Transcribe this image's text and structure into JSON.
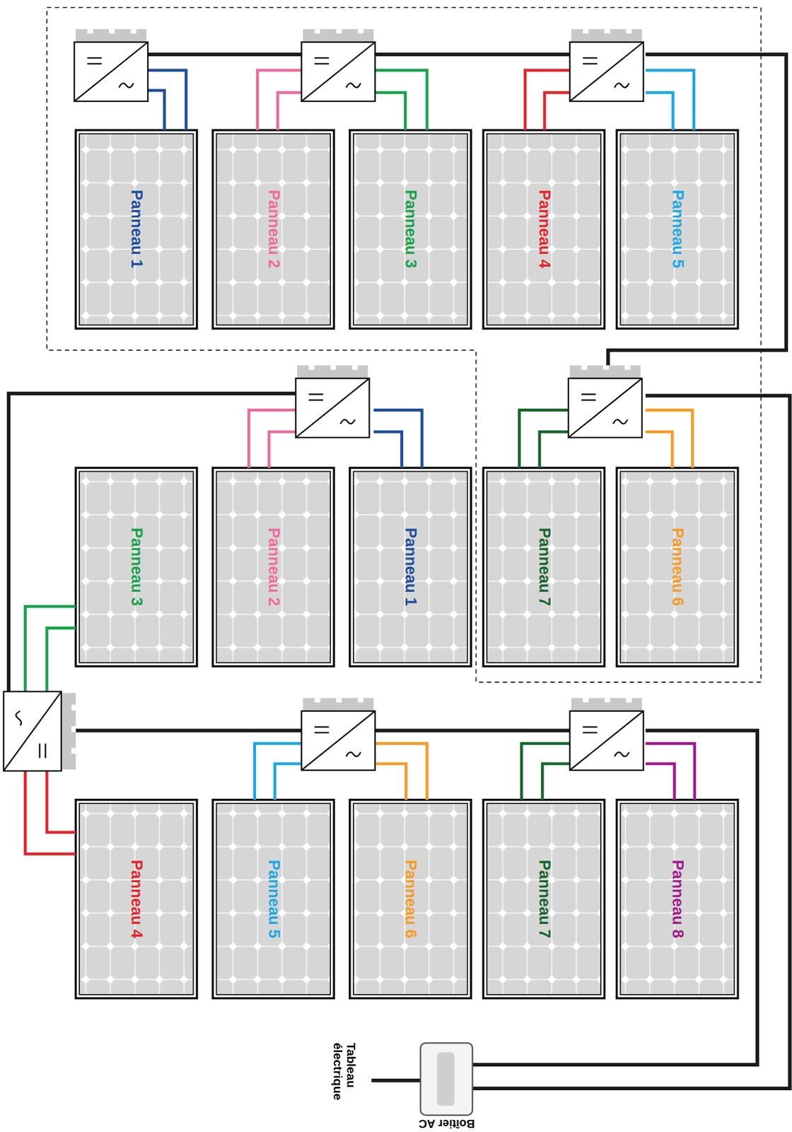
{
  "diagram": {
    "nodes": [
      {
        "text": [
          "Panneau 1"
        ]
      },
      {
        "text": [
          "Panneau 2"
        ]
      },
      {
        "text": [
          "Panneau 3"
        ]
      },
      {
        "text": [
          "Panneau 4"
        ]
      },
      {
        "text": [
          "Panneau 5"
        ]
      },
      {
        "text": [
          "Panneau 3"
        ]
      },
      {
        "text": [
          "Panneau 2"
        ]
      },
      {
        "text": [
          "Panneau 1"
        ]
      },
      {
        "text": [
          "Panneau 7"
        ]
      },
      {
        "text": [
          "Panneau 6"
        ]
      },
      {
        "text": [
          "Panneau 4"
        ]
      },
      {
        "text": [
          "Panneau 5"
        ]
      },
      {
        "text": [
          "Panneau 6"
        ]
      },
      {
        "text": [
          "Panneau 7"
        ]
      },
      {
        "text": [
          "Panneau 8"
        ]
      },
      {
        "text": [
          "Boîtier AC"
        ]
      }
    ],
    "labels": [
      "Tableau électrique"
    ]
  }
}
